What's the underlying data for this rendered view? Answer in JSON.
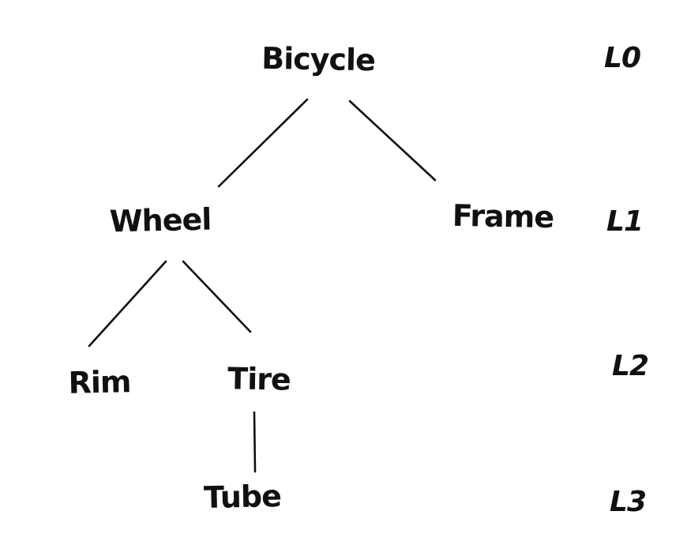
{
  "diagram": {
    "type": "tree",
    "style": "hand-drawn",
    "root": "Bicycle",
    "nodes": [
      {
        "id": "bicycle",
        "label": "Bicycle",
        "level": 0,
        "parent": null
      },
      {
        "id": "wheel",
        "label": "Wheel",
        "level": 1,
        "parent": "bicycle"
      },
      {
        "id": "frame",
        "label": "Frame",
        "level": 1,
        "parent": "bicycle"
      },
      {
        "id": "rim",
        "label": "Rim",
        "level": 2,
        "parent": "wheel"
      },
      {
        "id": "tire",
        "label": "Tire",
        "level": 2,
        "parent": "wheel"
      },
      {
        "id": "tube",
        "label": "Tube",
        "level": 3,
        "parent": "tire"
      }
    ],
    "edges": [
      {
        "from": "bicycle",
        "to": "wheel"
      },
      {
        "from": "bicycle",
        "to": "frame"
      },
      {
        "from": "wheel",
        "to": "rim"
      },
      {
        "from": "wheel",
        "to": "tire"
      },
      {
        "from": "tire",
        "to": "tube"
      }
    ],
    "level_labels": [
      {
        "label": "L0"
      },
      {
        "label": "L1"
      },
      {
        "label": "L2"
      },
      {
        "label": "L3"
      }
    ],
    "colors": {
      "ink": "#111111",
      "background": "#ffffff"
    }
  }
}
